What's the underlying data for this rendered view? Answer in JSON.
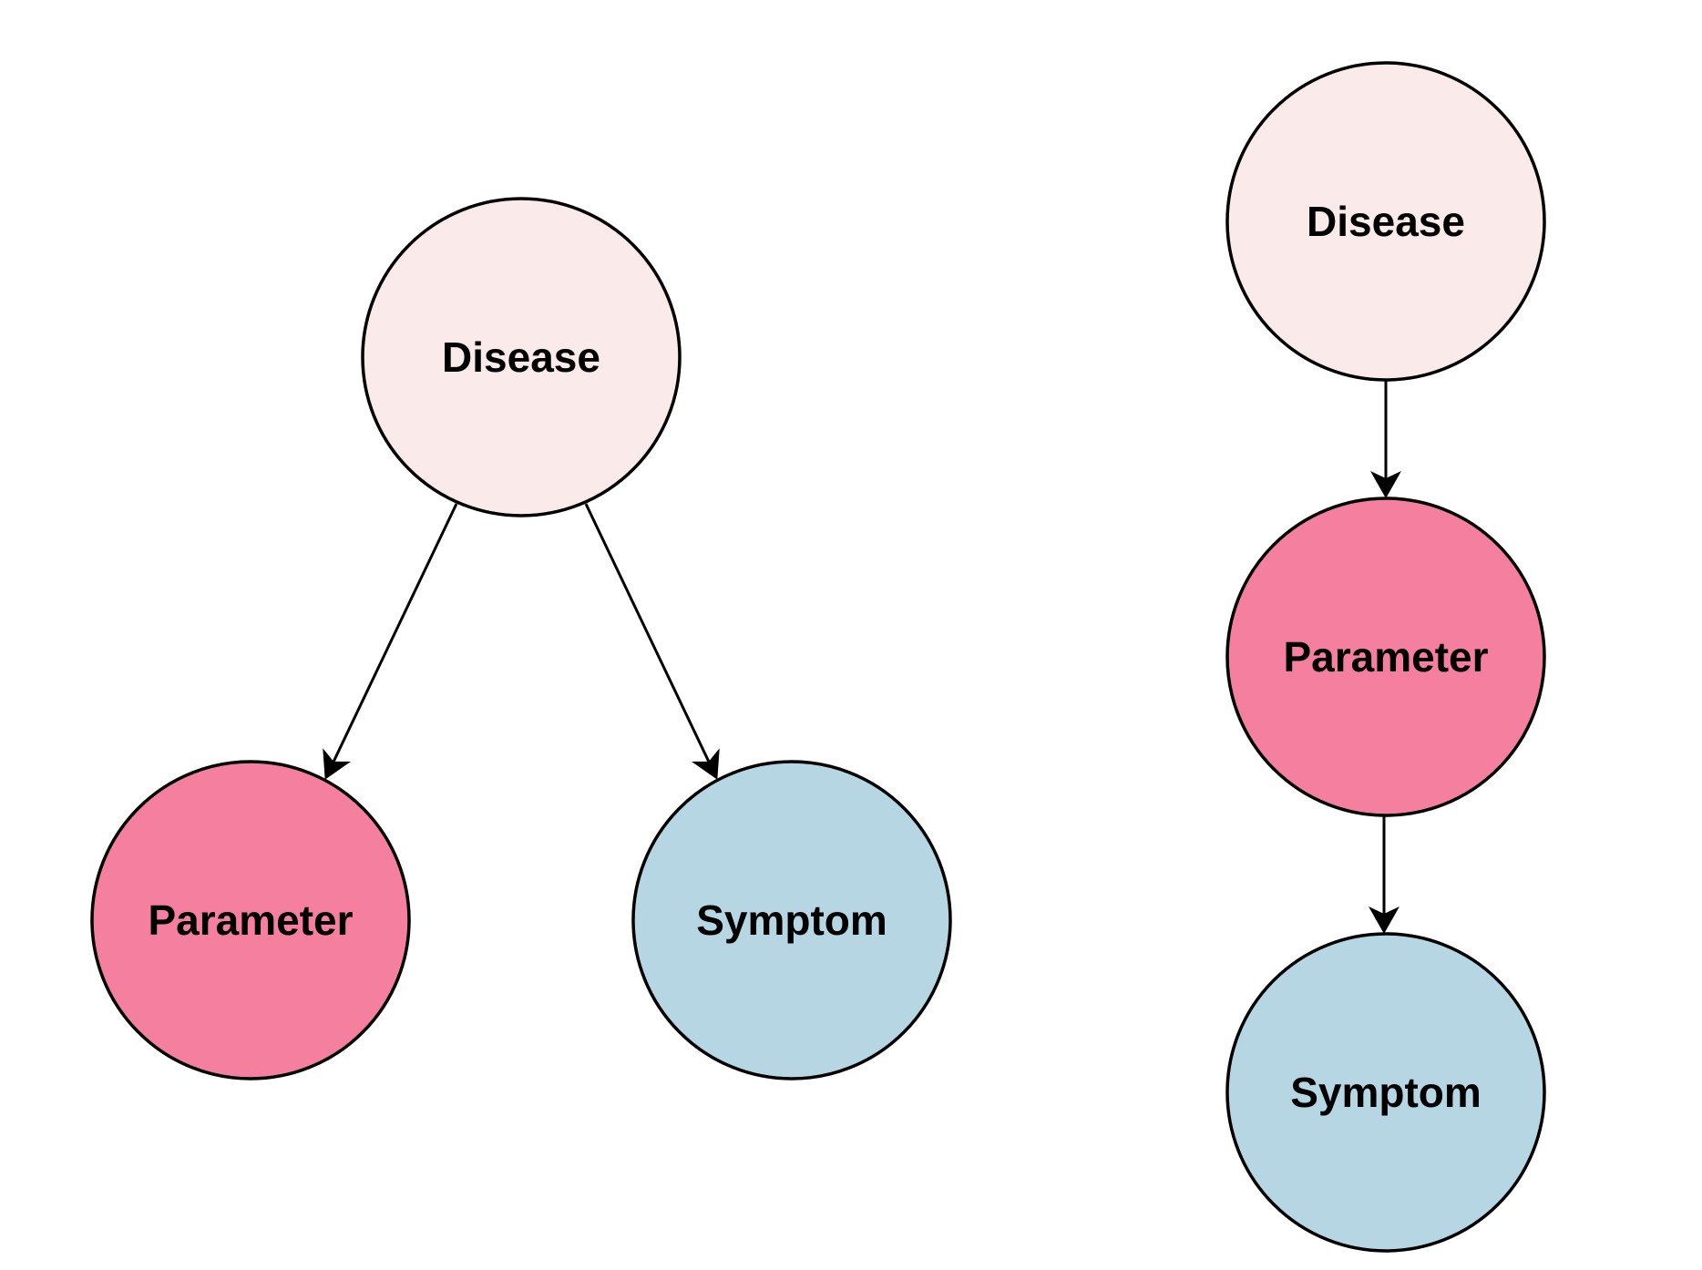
{
  "colors": {
    "disease": "#fbeaea",
    "parameter": "#f47f9f",
    "symptom": "#b7d6e3",
    "stroke": "#000000"
  },
  "left_diagram": {
    "disease": {
      "label": "Disease"
    },
    "parameter": {
      "label": "Parameter"
    },
    "symptom": {
      "label": "Symptom"
    },
    "edges": [
      {
        "from": "disease",
        "to": "parameter"
      },
      {
        "from": "disease",
        "to": "symptom"
      }
    ]
  },
  "right_diagram": {
    "disease": {
      "label": "Disease"
    },
    "parameter": {
      "label": "Parameter"
    },
    "symptom": {
      "label": "Symptom"
    },
    "edges": [
      {
        "from": "disease",
        "to": "parameter"
      },
      {
        "from": "parameter",
        "to": "symptom"
      }
    ]
  }
}
